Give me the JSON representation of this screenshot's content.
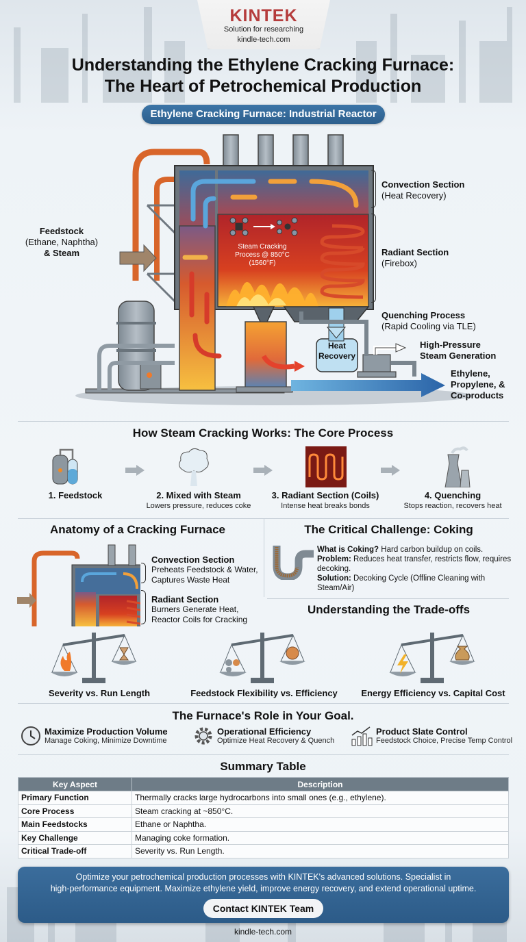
{
  "brand": {
    "logo_part1": "KIN",
    "logo_part2": "TEK",
    "tagline": "Solution for researching",
    "url": "kindle-tech.com"
  },
  "header": {
    "title_line1": "Understanding the Ethylene Cracking Furnace:",
    "title_line2": "The Heart of Petrochemical Production",
    "subtitle": "Ethylene Cracking Furnace: Industrial Reactor"
  },
  "furnace_diagram": {
    "feedstock_title": "Feedstock",
    "feedstock_detail": "(Ethane, Naphtha)",
    "feedstock_steam": "& Steam",
    "convection_title": "Convection Section",
    "convection_detail": "(Heat Recovery)",
    "radiant_title": "Radiant Section",
    "radiant_detail": "(Firebox)",
    "process_line1": "Steam Cracking",
    "process_line2": "Process @ 850°C (1560°F)",
    "quench_title": "Quenching Process",
    "quench_detail": "(Rapid Cooling via TLE)",
    "heat_recovery_line1": "Heat",
    "heat_recovery_line2": "Recovery",
    "hp_steam_line1": "High-Pressure",
    "hp_steam_line2": "Steam Generation",
    "products_line1": "Ethylene,",
    "products_line2": "Propylene, &",
    "products_line3": "Co-products"
  },
  "core_process": {
    "title": "How Steam Cracking Works: The Core Process",
    "steps": [
      {
        "icon": "feedstock-tanks-icon",
        "title": "1. Feedstock",
        "desc": ""
      },
      {
        "icon": "steam-cloud-icon",
        "title": "2. Mixed with Steam",
        "desc": "Lowers pressure, reduces coke"
      },
      {
        "icon": "heating-coil-icon",
        "title": "3. Radiant Section (Coils)",
        "desc": "Intense heat breaks bonds"
      },
      {
        "icon": "cooling-tower-icon",
        "title": "4. Quenching",
        "desc": "Stops reaction, recovers heat"
      }
    ]
  },
  "anatomy": {
    "title": "Anatomy of a Cracking Furnace",
    "convection_title": "Convection Section",
    "convection_line1": "Preheats Feedstock & Water,",
    "convection_line2": "Captures Waste Heat",
    "radiant_title": "Radiant Section",
    "radiant_line1": "Burners Generate Heat,",
    "radiant_line2": "Reactor Coils for Cracking"
  },
  "coking": {
    "title": "The Critical Challenge: Coking",
    "what_label": "What is Coking?",
    "what_text": " Hard carbon buildup on coils.",
    "problem_label": "Problem:",
    "problem_text": " Reduces heat transfer, restricts flow, requires decoking.",
    "solution_label": "Solution:",
    "solution_text": " Decoking Cycle (Offline Cleaning with Steam/Air)"
  },
  "tradeoffs": {
    "title": "Understanding the Trade-offs",
    "items": [
      {
        "label": "Severity vs. Run Length",
        "left_icon": "flame-icon",
        "right_icon": "hourglass-icon"
      },
      {
        "label": "Feedstock Flexibility vs. Efficiency",
        "left_icon": "gears-icon",
        "right_icon": "gear-cog-icon"
      },
      {
        "label": "Energy Efficiency vs. Capital Cost",
        "left_icon": "lightning-icon",
        "right_icon": "money-bag-icon"
      }
    ]
  },
  "goal": {
    "title": "The Furnace's Role in Your Goal.",
    "items": [
      {
        "icon": "clock-icon",
        "title": "Maximize Production Volume",
        "desc": "Manage Coking, Minimize Downtime"
      },
      {
        "icon": "gear-icon",
        "title": "Operational Efficiency",
        "desc": "Optimize Heat Recovery & Quench"
      },
      {
        "icon": "growth-chart-icon",
        "title": "Product Slate Control",
        "desc": "Feedstock Choice, Precise Temp Control"
      }
    ]
  },
  "summary_table": {
    "title": "Summary Table",
    "headers": [
      "Key Aspect",
      "Description"
    ],
    "rows": [
      [
        "Primary Function",
        "Thermally cracks large hydrocarbons into small ones (e.g., ethylene)."
      ],
      [
        "Core Process",
        "Steam cracking at ~850°C."
      ],
      [
        "Main Feedstocks",
        "Ethane or Naphtha."
      ],
      [
        "Key Challenge",
        "Managing coke formation."
      ],
      [
        "Critical Trade-off",
        "Severity vs. Run Length."
      ]
    ]
  },
  "cta": {
    "text_line1": "Optimize your petrochemical production processes with KINTEK's advanced solutions. Specialist in",
    "text_line2": "high-performance equipment. Maximize ethylene yield, improve energy recovery, and extend operational uptime.",
    "button_label": "Contact KINTEK Team"
  },
  "footer": {
    "url": "kindle-tech.com"
  },
  "colors": {
    "brand_red": "#b53c3c",
    "pill_blue": "#2d5f8d",
    "cta_blue": "#2c5b88",
    "table_header": "#6e7c87",
    "hot_red": "#c83a2a",
    "flame_orange": "#f08a24",
    "cool_blue": "#4a9bd6",
    "steel_gray": "#8a949c"
  }
}
